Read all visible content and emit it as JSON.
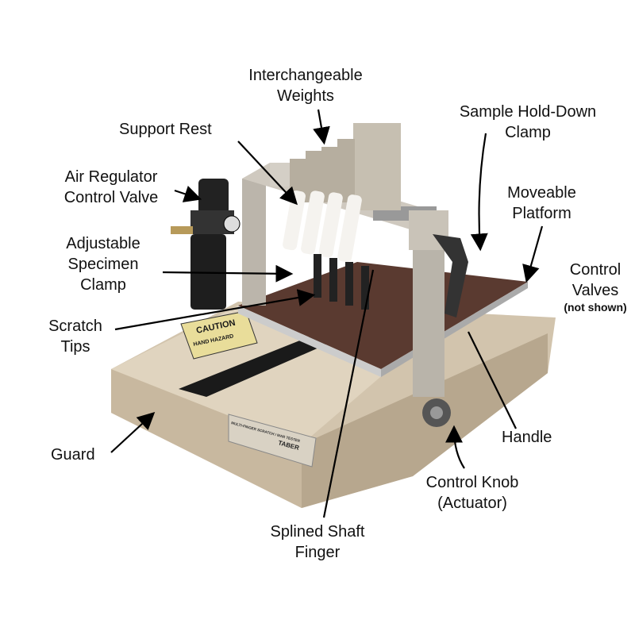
{
  "labels": {
    "weights": [
      "Interchangeable",
      "Weights"
    ],
    "support_rest": "Support Rest",
    "air_regulator": [
      "Air Regulator",
      "Control Valve"
    ],
    "specimen_clamp": [
      "Adjustable",
      "Specimen",
      "Clamp"
    ],
    "scratch_tips": [
      "Scratch",
      "Tips"
    ],
    "guard": "Guard",
    "splined_shaft": [
      "Splined Shaft",
      "Finger"
    ],
    "hold_down_clamp": [
      "Sample Hold-Down",
      "Clamp"
    ],
    "moveable_platform": [
      "Moveable",
      "Platform"
    ],
    "control_valves": [
      "Control",
      "Valves",
      "(not shown)"
    ],
    "handle": "Handle",
    "control_knob": [
      "Control Knob",
      "(Actuator)"
    ]
  },
  "device_markings": [
    "CAUTION",
    "HAND HAZARD",
    "MULTI-FINGER SCRATCH / MAR TESTER",
    "TABER"
  ],
  "colors": {
    "body": "#cdbfa8",
    "platform": "#5a3a30",
    "frame": "#b9b4aa",
    "tips": "#f4f2ee",
    "label_text": "#111111"
  }
}
